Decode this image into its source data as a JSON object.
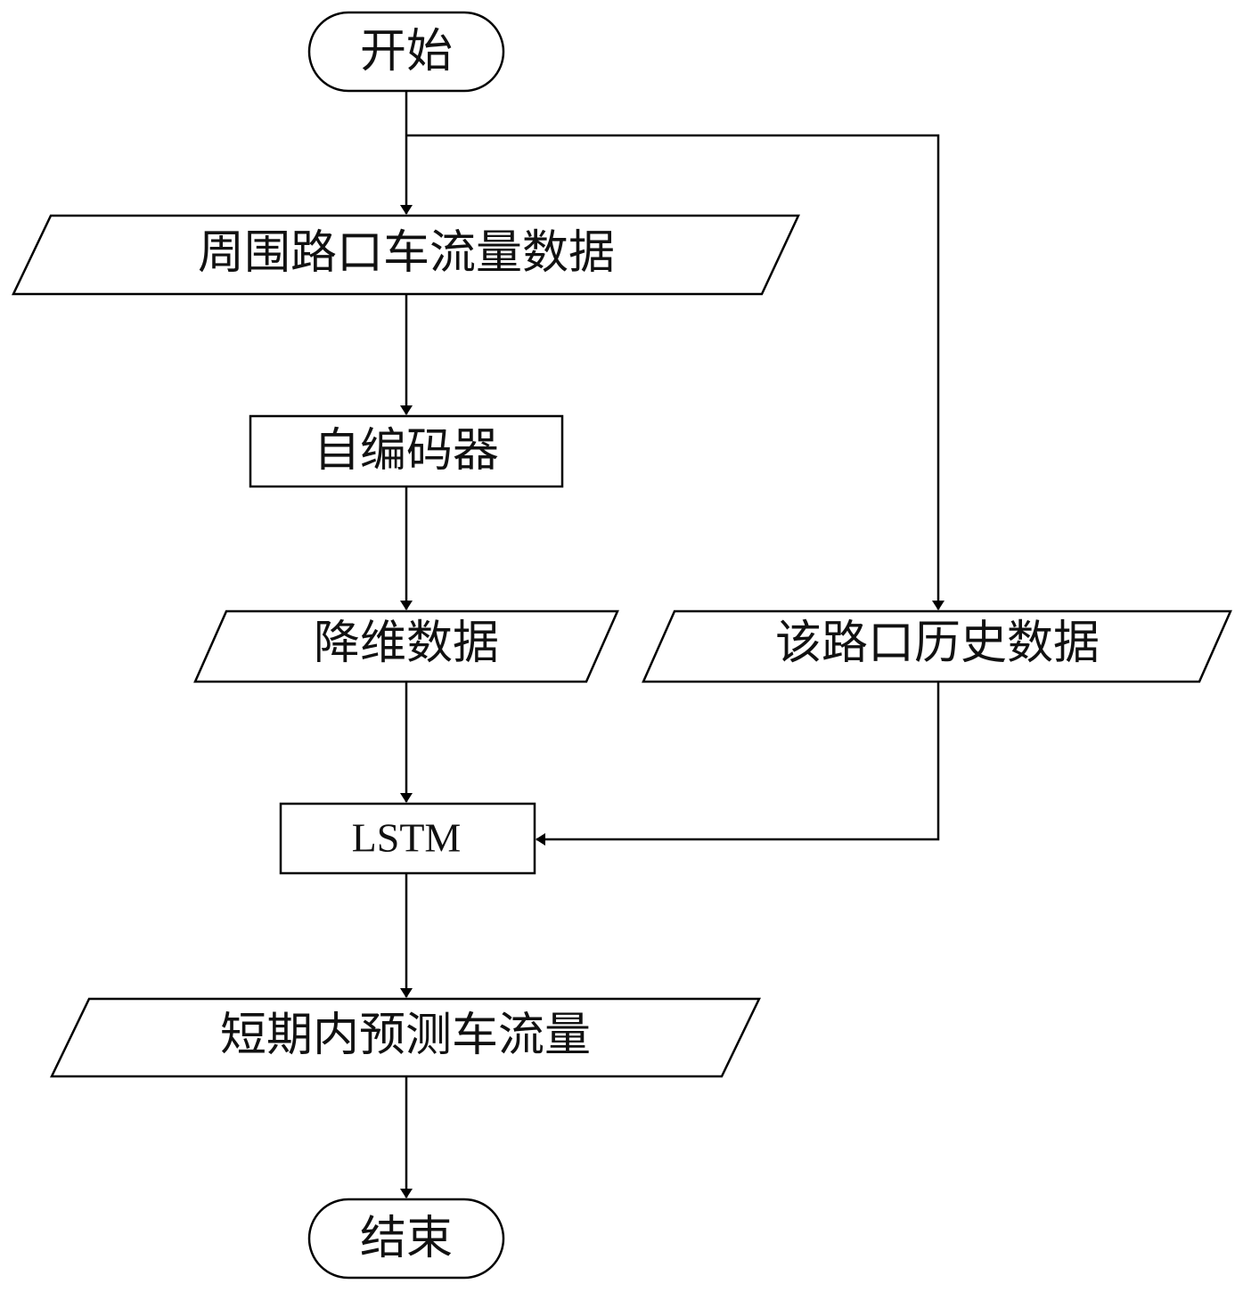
{
  "diagram": {
    "type": "flowchart",
    "nodes": {
      "start": {
        "label": "开始",
        "shape": "terminator"
      },
      "surrounding_flow": {
        "label": "周围路口车流量数据",
        "shape": "data"
      },
      "autoencoder": {
        "label": "自编码器",
        "shape": "process"
      },
      "reduced_data": {
        "label": "降维数据",
        "shape": "data"
      },
      "history_data": {
        "label": "该路口历史数据",
        "shape": "data"
      },
      "lstm": {
        "label": "LSTM",
        "shape": "process"
      },
      "prediction": {
        "label": "短期内预测车流量",
        "shape": "data"
      },
      "end": {
        "label": "结束",
        "shape": "terminator"
      }
    },
    "edges": [
      {
        "from": "start",
        "to": "surrounding_flow"
      },
      {
        "from": "start",
        "to": "history_data"
      },
      {
        "from": "surrounding_flow",
        "to": "autoencoder"
      },
      {
        "from": "autoencoder",
        "to": "reduced_data"
      },
      {
        "from": "reduced_data",
        "to": "lstm"
      },
      {
        "from": "history_data",
        "to": "lstm"
      },
      {
        "from": "lstm",
        "to": "prediction"
      },
      {
        "from": "prediction",
        "to": "end"
      }
    ],
    "colors": {
      "stroke": "#000000",
      "fill": "#ffffff",
      "text": "#111111"
    }
  }
}
